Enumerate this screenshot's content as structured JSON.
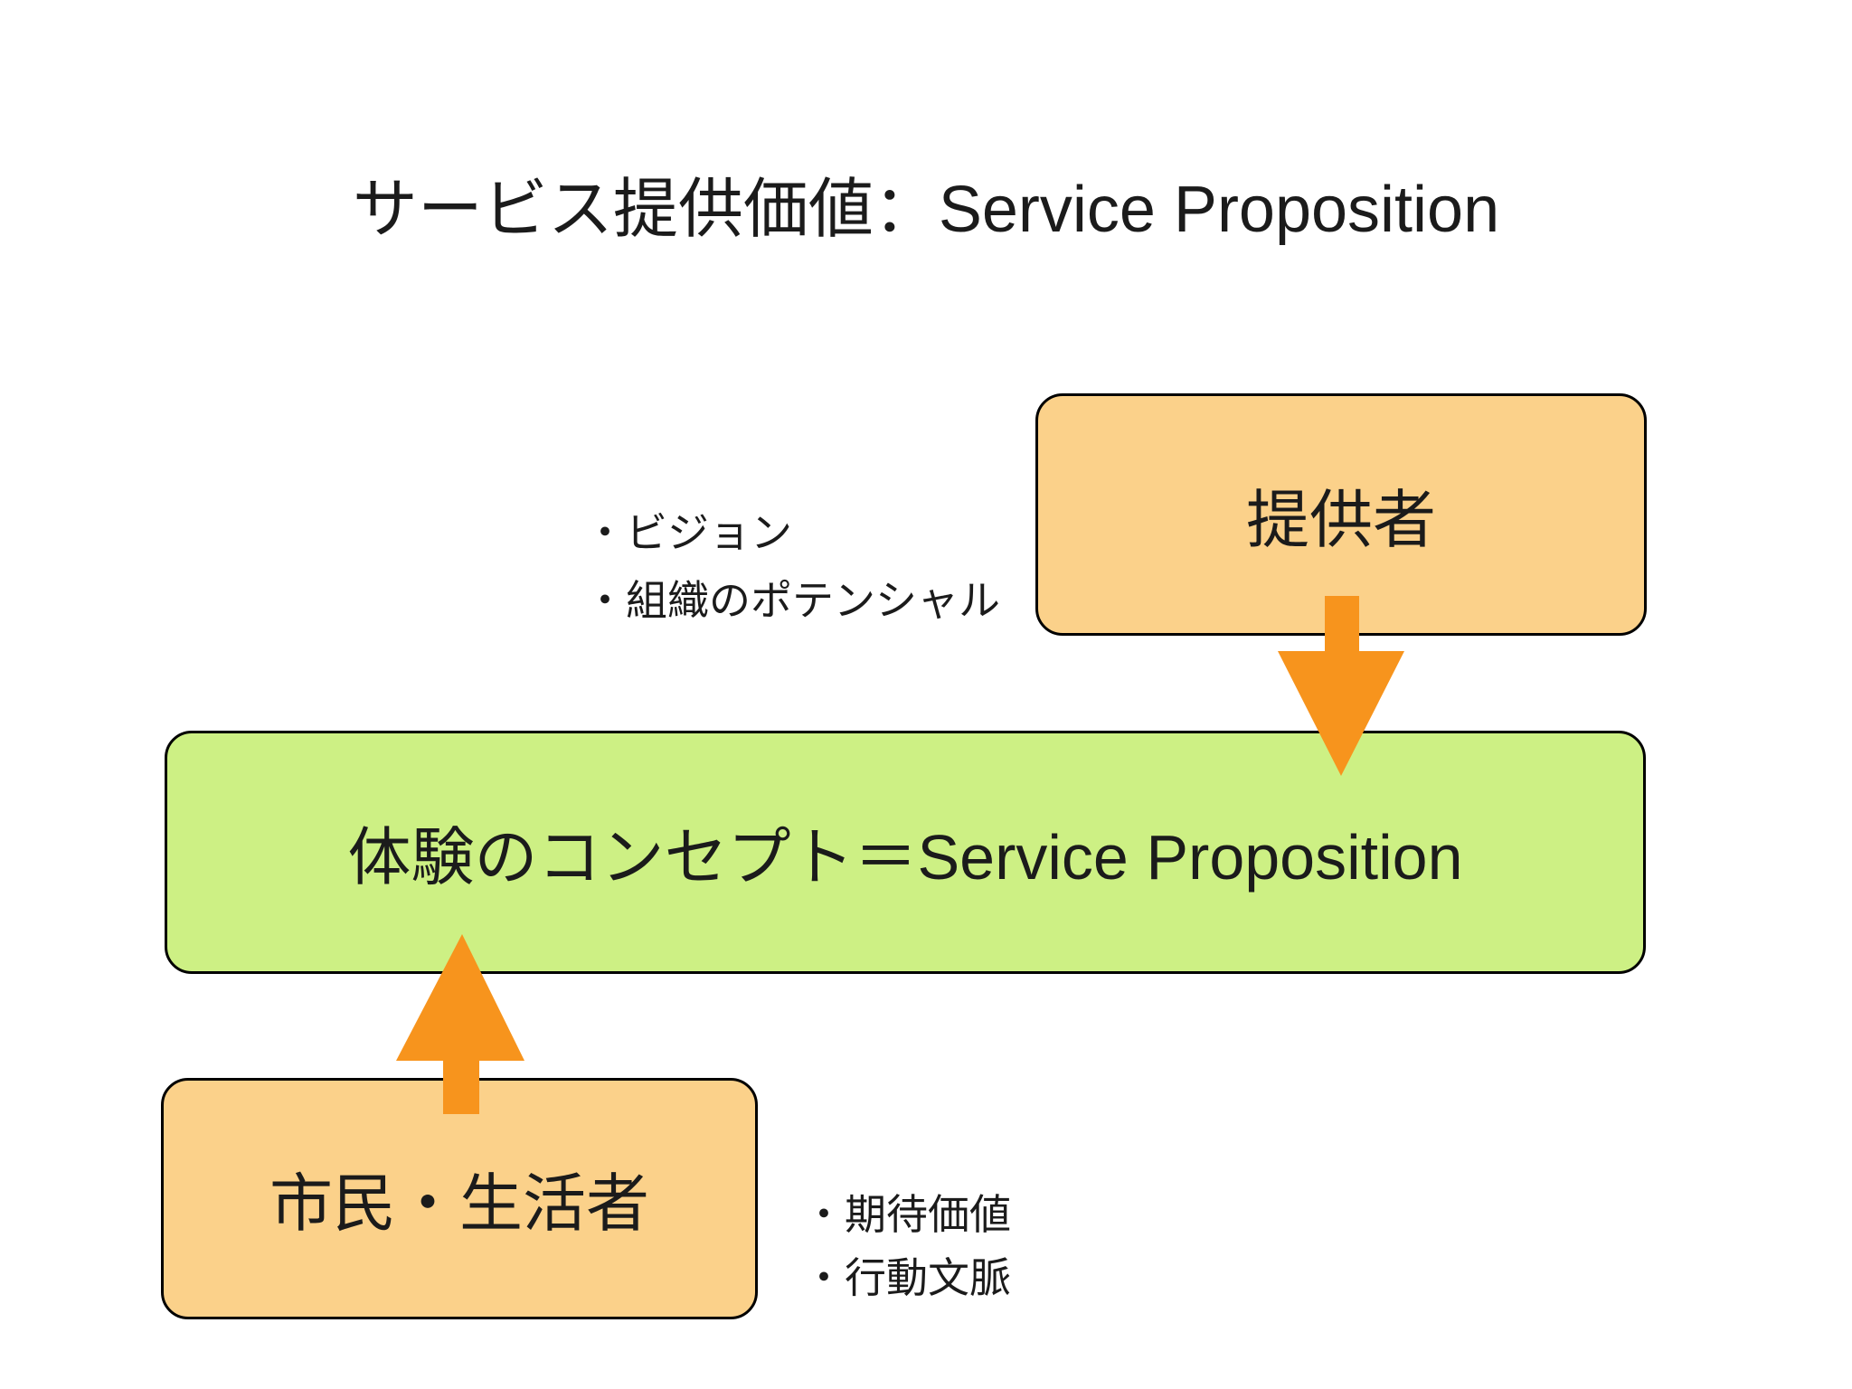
{
  "colors": {
    "background": "#FFFFFF",
    "text": "#1B1B1B",
    "box_fill": "#FBD18A",
    "box_border": "#000000",
    "concept_fill": "#CDF084",
    "arrow": "#F7941D"
  },
  "title": "サービス提供価値：Service Proposition",
  "provider_box": {
    "label": "提供者"
  },
  "provider_notes": {
    "lines": [
      "・ビジョン",
      "・組織のポテンシャル"
    ]
  },
  "concept_box": {
    "label": "体験のコンセプト＝Service Proposition"
  },
  "citizen_box": {
    "label": "市民・生活者"
  },
  "citizen_notes": {
    "lines": [
      "・期待価値",
      "・行動文脈"
    ]
  }
}
